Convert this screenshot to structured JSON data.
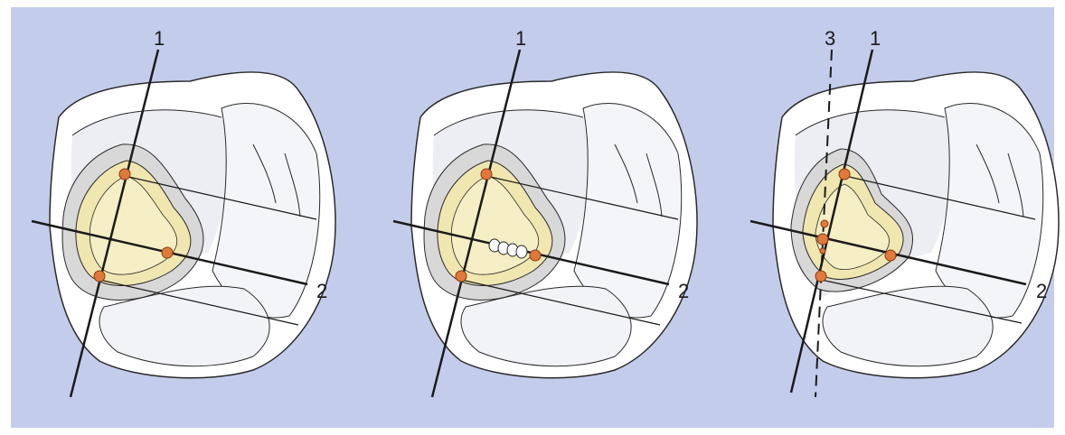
{
  "colors": {
    "background": "#c3ccea",
    "tooth": "#ffffff",
    "tooth_shadow": "#e6e8ee",
    "fossa_outer": "#d9d9d9",
    "fossa_mid": "#f0e6b0",
    "fossa_inner": "#f6eec4",
    "marker": "#e07a3c",
    "line": "#1a1a1a"
  },
  "panels": [
    {
      "line_labels": [
        "1",
        "2"
      ]
    },
    {
      "line_labels": [
        "1",
        "2"
      ]
    },
    {
      "line_labels": [
        "3",
        "1",
        "2"
      ]
    }
  ]
}
